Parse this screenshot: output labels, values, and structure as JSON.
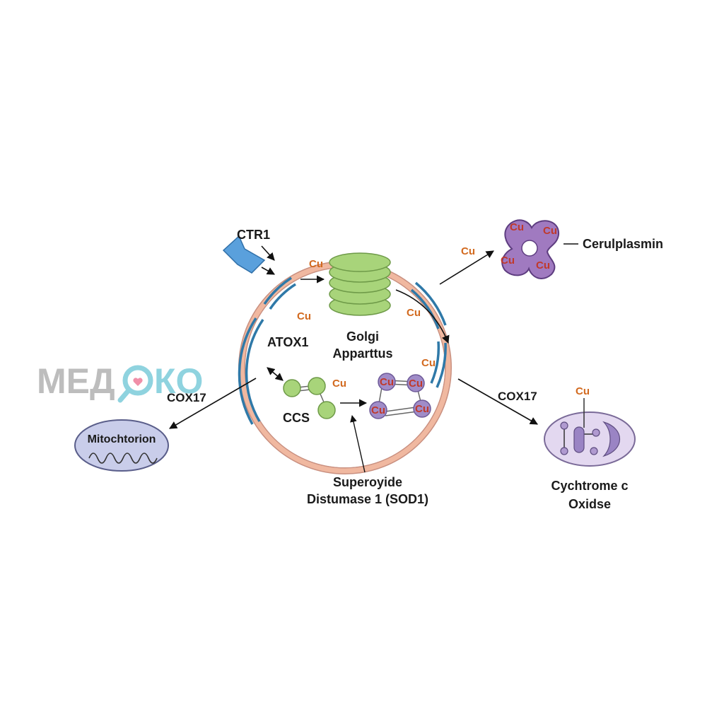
{
  "colors": {
    "membrane": "#f0b8a0",
    "membrane_edge": "#c99080",
    "transporter": "#2f79a8",
    "golgi": "#a8d47a",
    "golgi_edge": "#6e9a48",
    "ccs": "#a8d47a",
    "sod1": "#a08cc8",
    "cerulplasmin": "#a07ac0",
    "cox_oval": "#e3d8f0",
    "mito": "#c9cdea",
    "copper": "#d2691e",
    "arrow": "#111111",
    "inflow_arrow": "#5aa0dc",
    "logo_grey": "#bdbdbd",
    "logo_teal": "#8fd3df",
    "logo_heart": "#f08fa8"
  },
  "labels": {
    "ctr1": "CTR1",
    "golgi_line1": "Golgi",
    "golgi_line2": "Apparttus",
    "atox1": "ATOX1",
    "cox17_left": "COX17",
    "cox17_right": "COX17",
    "ccs": "CCS",
    "mitochondrion": "Mitochtorion",
    "sod1_line1": "Superoyide",
    "sod1_line2": "Distumase 1 (SOD1)",
    "cerulplasmin": "Cerulplasmin",
    "cox_line1": "Cychtrome c",
    "cox_line2": "Oxidse"
  },
  "copper": {
    "symbol": "Cu"
  },
  "watermark": {
    "part1": "МЕД",
    "part2": "КО"
  }
}
